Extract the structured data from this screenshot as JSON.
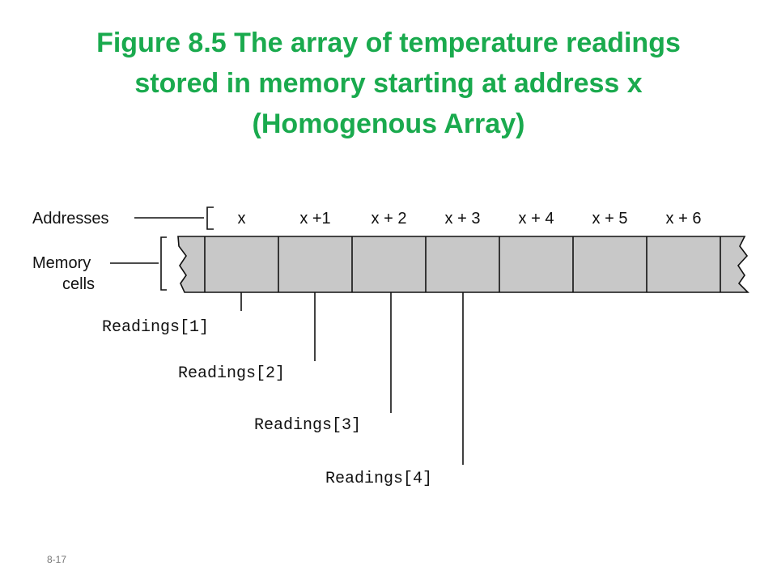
{
  "title": {
    "line1": "Figure 8.5  The array of temperature readings",
    "line2": "stored in memory starting at address x",
    "line3": "(Homogenous Array)"
  },
  "diagram": {
    "addresses_label": "Addresses",
    "memory_label_line1": "Memory",
    "memory_label_line2": "cells",
    "addresses": [
      "x",
      "x +1",
      "x + 2",
      "x + 3",
      "x + 4",
      "x + 5",
      "x + 6"
    ],
    "readings": [
      "Readings[1]",
      "Readings[2]",
      "Readings[3]",
      "Readings[4]"
    ],
    "cell_color": "#c8c8c8"
  },
  "slide_number": "8-17"
}
